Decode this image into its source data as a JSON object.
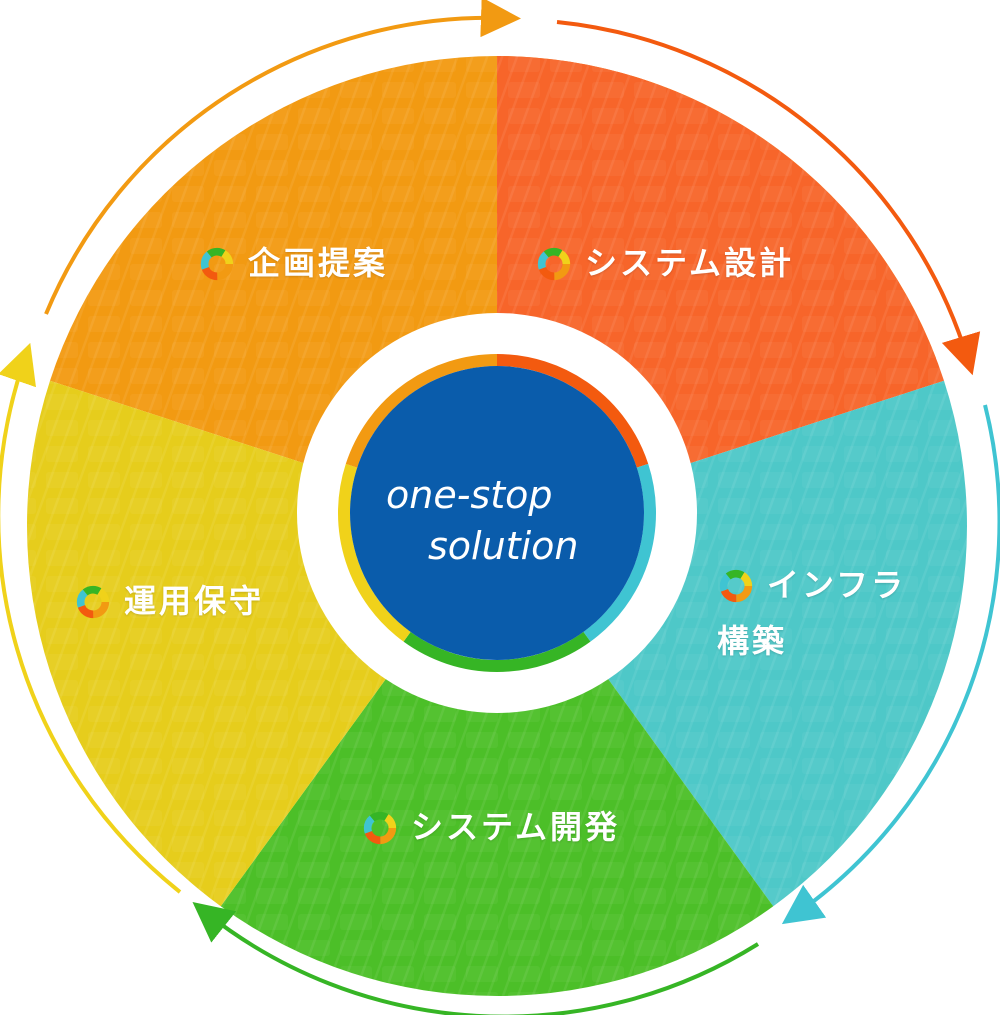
{
  "center": {
    "line1": "one-stop",
    "line2": "solution"
  },
  "segments": [
    {
      "label": "企画提案",
      "color": "#f29a12"
    },
    {
      "label": "システム設計",
      "color": "#f7652a"
    },
    {
      "label_line1": "インフラ",
      "label_line2": "構築",
      "color": "#4ec8c8"
    },
    {
      "label": "システム開発",
      "color": "#4cbf28"
    },
    {
      "label": "運用保守",
      "color": "#e6cd1c"
    }
  ],
  "colors": {
    "center_fill": "#0a5cab",
    "white_ring": "#ffffff",
    "arrow_orange": "#f29a12",
    "arrow_red": "#f35a0f",
    "arrow_teal": "#3fc4d2",
    "arrow_green": "#36b525",
    "arrow_yellow": "#f0d21a"
  },
  "icon": "donut-logo-icon"
}
